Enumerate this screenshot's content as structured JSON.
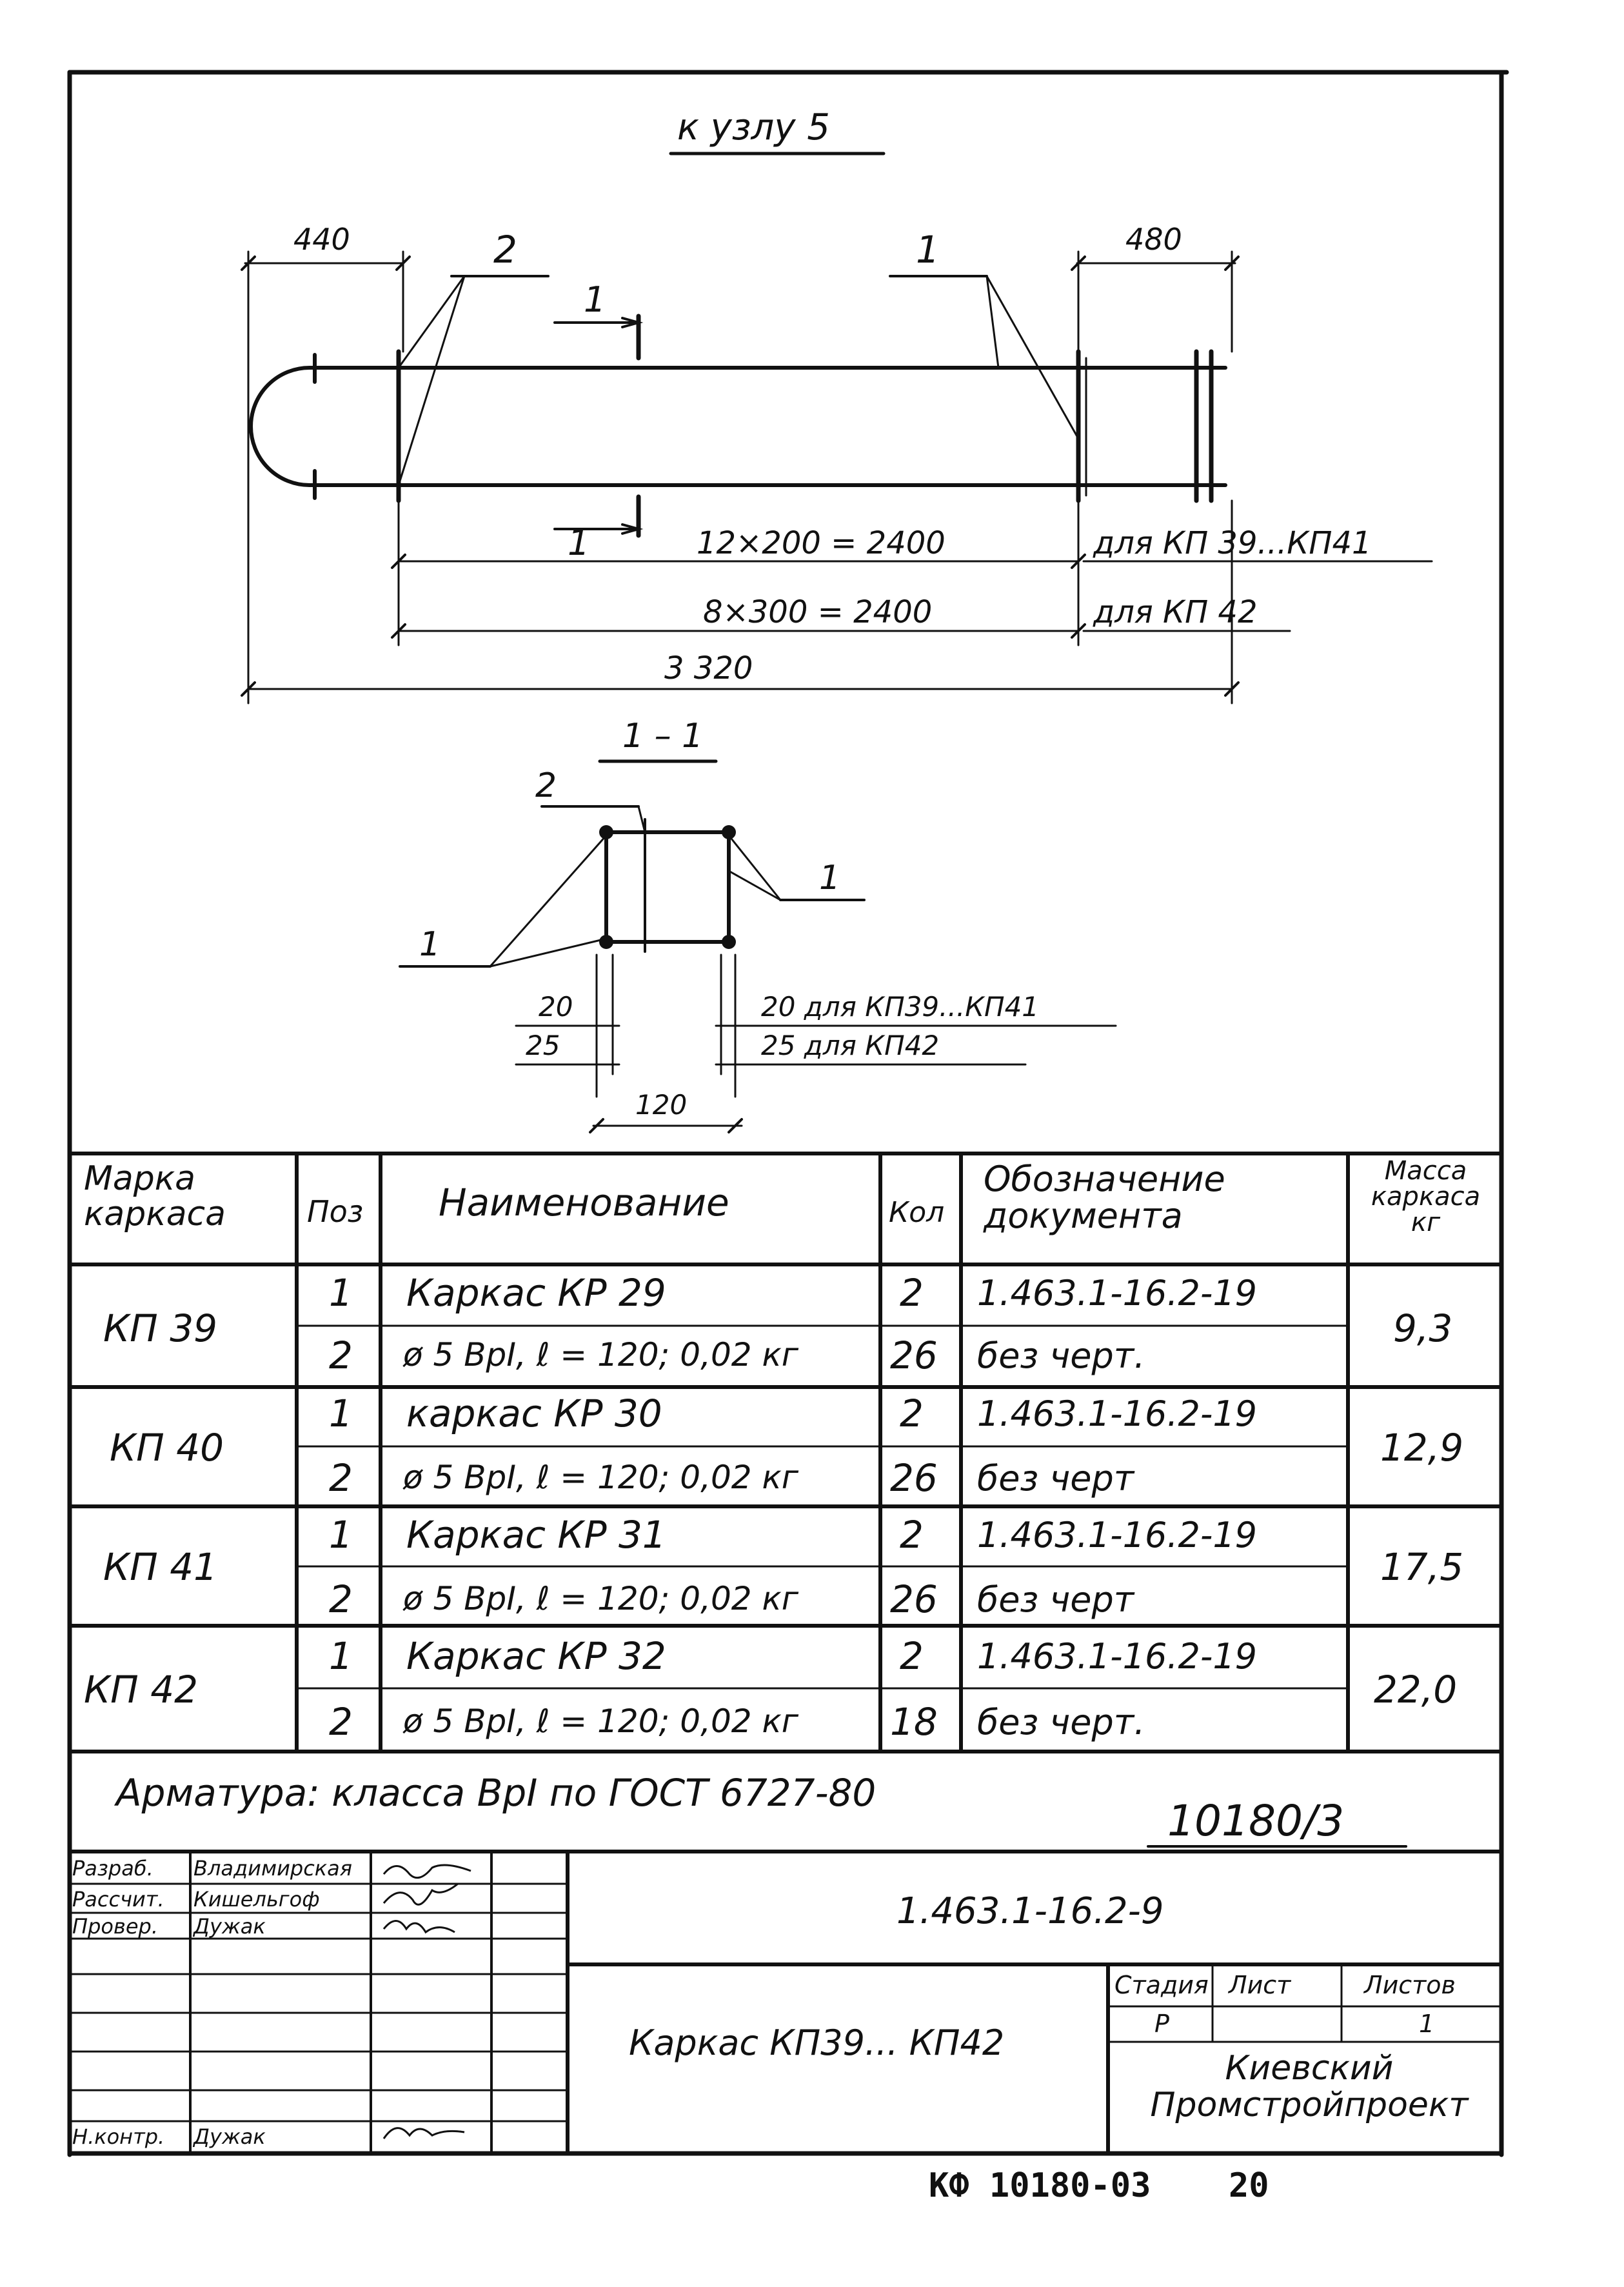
{
  "drawing": {
    "title": "к узлу 5",
    "dim_440": "440",
    "dim_480": "480",
    "leader_2": "2",
    "leader_1": "1",
    "section_mark_top": "1",
    "section_mark_bottom": "1",
    "dim_12x200": "12×200 = 2400",
    "dim_8x300": "8×300 = 2400",
    "for_kp39_41": "для КП 39...КП41",
    "for_kp42": "для КП 42",
    "dim_total": "3 320"
  },
  "section": {
    "title": "1 – 1",
    "leader_2": "2",
    "leader_1_right": "1",
    "leader_1_left": "1",
    "dim_20_left": "20",
    "dim_25_left": "25",
    "dim_20_right": "20 для КП39...КП41",
    "dim_25_right": "25 для КП42",
    "dim_120": "120"
  },
  "table": {
    "headers": {
      "mark": "Марка каркаса",
      "pos": "Поз",
      "name": "Наименование",
      "qty": "Кол",
      "doc": "Обозначение документа",
      "mass": "Масса каркаса кг"
    },
    "groups": [
      {
        "mark": "КП 39",
        "mass": "9,3",
        "rows": [
          {
            "pos": "1",
            "name": "Каркас КР 29",
            "qty": "2",
            "doc": "1.463.1-16.2-19"
          },
          {
            "pos": "2",
            "name": "ø 5 ВрI, ℓ = 120; 0,02 кг",
            "qty": "26",
            "doc": "без черт."
          }
        ]
      },
      {
        "mark": "КП 40",
        "mass": "12,9",
        "rows": [
          {
            "pos": "1",
            "name": "каркас КР 30",
            "qty": "2",
            "doc": "1.463.1-16.2-19"
          },
          {
            "pos": "2",
            "name": "ø 5 ВрI, ℓ = 120; 0,02 кг",
            "qty": "26",
            "doc": "без черт"
          }
        ]
      },
      {
        "mark": "КП 41",
        "mass": "17,5",
        "rows": [
          {
            "pos": "1",
            "name": "Каркас КР 31",
            "qty": "2",
            "doc": "1.463.1-16.2-19"
          },
          {
            "pos": "2",
            "name": "ø 5 ВрI, ℓ = 120; 0,02 кг",
            "qty": "26",
            "doc": "без черт"
          }
        ]
      },
      {
        "mark": "КП 42",
        "mass": "22,0",
        "rows": [
          {
            "pos": "1",
            "name": "Каркас КР 32",
            "qty": "2",
            "doc": "1.463.1-16.2-19"
          },
          {
            "pos": "2",
            "name": "ø 5 ВрI, ℓ = 120; 0,02 кг",
            "qty": "18",
            "doc": "без черт."
          }
        ]
      }
    ]
  },
  "note": "Арматура: класса ВрI по ГОСТ 6727-80",
  "sheet_number": "10180/3",
  "title_block": {
    "doc_code": "1.463.1-16.2-9",
    "sheet_name": "Каркас КП39... КП42",
    "stage_label": "Стадия",
    "sheet_label": "Лист",
    "sheets_label": "Листов",
    "stage_value": "Р",
    "sheets_value": "1",
    "organization": "Киевский Промстройпроект",
    "roles": [
      {
        "role": "Разраб.",
        "name": "Владимирская"
      },
      {
        "role": "Рассчит.",
        "name": "Кишельгоф"
      },
      {
        "role": "Провер.",
        "name": "Дужак"
      },
      {
        "role": "Н.контр.",
        "name": "Дужак"
      }
    ]
  },
  "footer": {
    "code": "КФ 10180-03",
    "page": "20"
  }
}
